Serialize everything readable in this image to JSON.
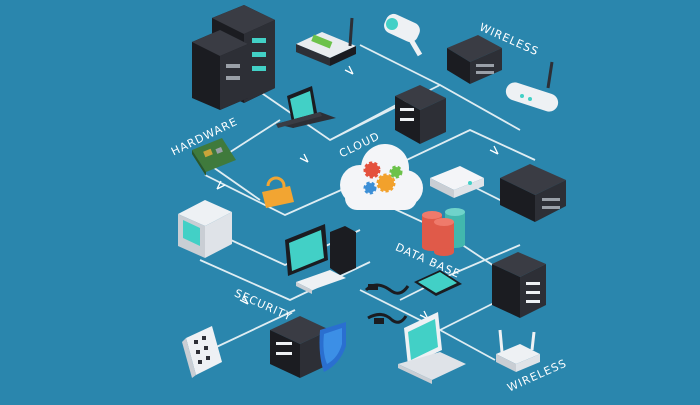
{
  "labels": {
    "hardware": "HARDWARE",
    "wireless_top": "WIRELESS",
    "cloud": "CLOUD",
    "database": "DATA BASE",
    "security": "SECURITY",
    "wireless_bottom": "WIRELESS"
  },
  "colors": {
    "background": "#2a86ad",
    "line": "#ffffff",
    "server": "#2d2f36",
    "server_dark": "#1b1c21",
    "screen": "#42d0c6",
    "cloud": "#f4f5f8",
    "gear_red": "#e4513d",
    "gear_orange": "#f2a12c",
    "gear_green": "#6cc24a",
    "gear_blue": "#3c8fd6",
    "db_red": "#e05a49",
    "db_teal": "#42b7ad",
    "shield": "#2a6fd0",
    "lock": "#f2a532",
    "pcb": "#3f7a3c"
  },
  "icons": [
    "server-rack-icon",
    "router-icon",
    "camera-icon",
    "switch-icon",
    "wifi-router-icon",
    "laptop-icon",
    "server-icon",
    "cloud-icon",
    "gear-icon",
    "circuit-board-icon",
    "lock-icon",
    "modem-icon",
    "monitor-icon",
    "desktop-computer-icon",
    "database-icon",
    "cable-icon",
    "tablet-icon",
    "keypad-icon",
    "shield-icon",
    "wireless-access-point-icon"
  ]
}
